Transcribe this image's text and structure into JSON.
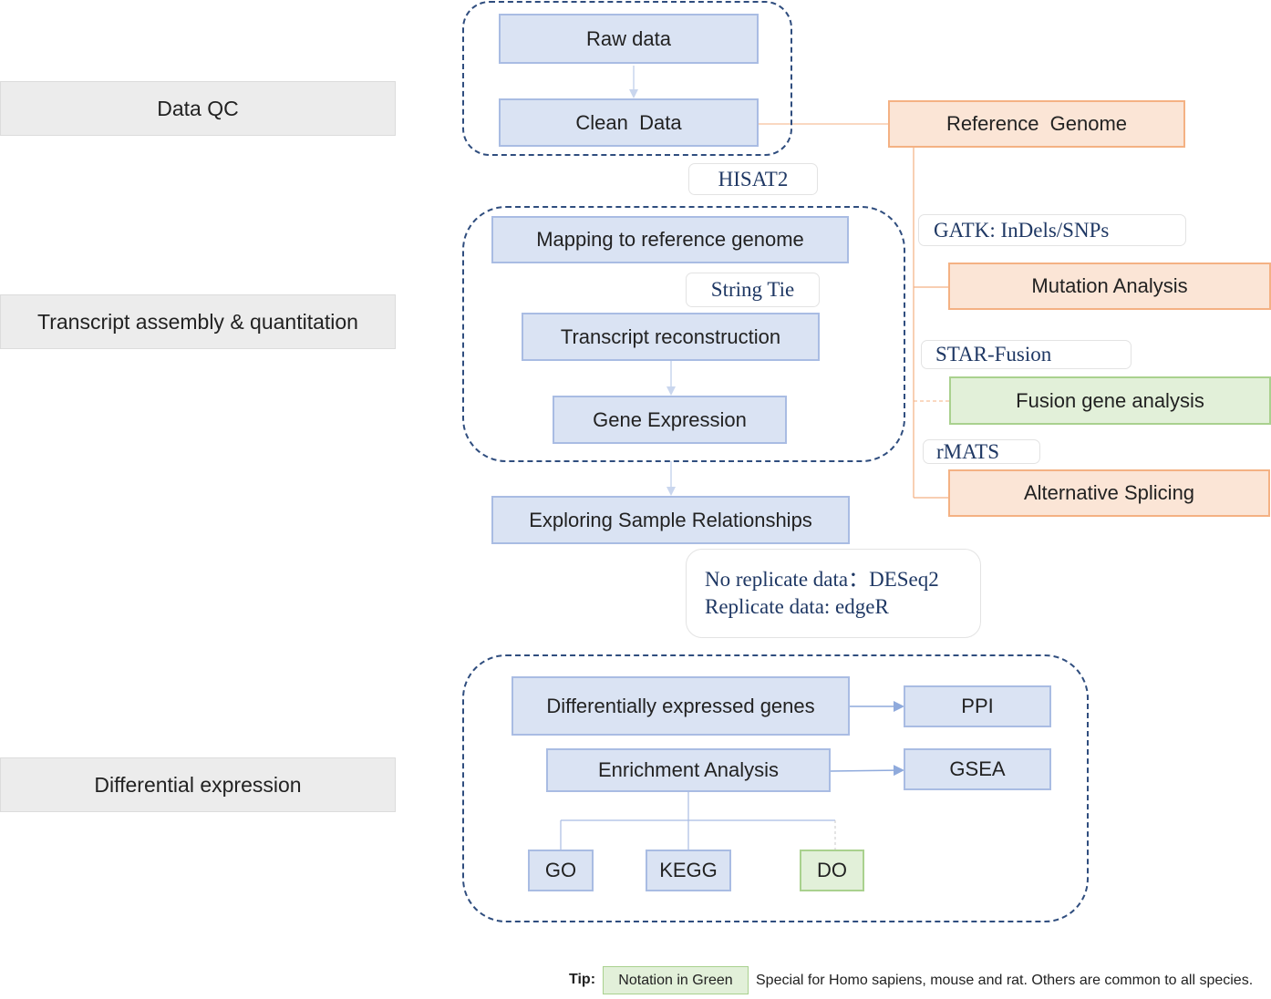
{
  "stages": {
    "data_qc": "Data QC",
    "transcript": "Transcript assembly & quantitation",
    "differential": "Differential expression"
  },
  "nodes": {
    "raw_data": "Raw data",
    "clean_data": "Clean  Data",
    "reference_genome": "Reference  Genome",
    "mapping": "Mapping to reference genome",
    "transcript_reconstruction": "Transcript reconstruction",
    "gene_expression": "Gene Expression",
    "exploring": "Exploring Sample Relationships",
    "mutation": "Mutation Analysis",
    "fusion": "Fusion gene analysis",
    "splicing": "Alternative Splicing",
    "deg": "Differentially expressed genes",
    "ppi": "PPI",
    "enrichment": "Enrichment Analysis",
    "gsea": "GSEA",
    "go": "GO",
    "kegg": "KEGG",
    "do": "DO"
  },
  "tools": {
    "hisat2": "HISAT2",
    "stringtie": "String Tie",
    "gatk": "GATK: InDels/SNPs",
    "star_fusion": "STAR-Fusion",
    "rmats": "rMATS",
    "deseq_line1": "No replicate data：DESeq2",
    "deseq_line2": "Replicate data: edgeR"
  },
  "tip": {
    "label": "Tip:",
    "legend": "Notation in Green",
    "text": "Special for Homo sapiens, mouse and rat. Others are common to all species."
  },
  "colors": {
    "blue_fill": "#dae3f3",
    "blue_border": "#a9bce3",
    "orange_fill": "#fbe5d6",
    "orange_border": "#f4b183",
    "green_fill": "#e2f0d9",
    "green_border": "#a9d18e",
    "stage_fill": "#ececec",
    "tool_text": "#1f3864",
    "group_border": "#2f4d7e"
  }
}
